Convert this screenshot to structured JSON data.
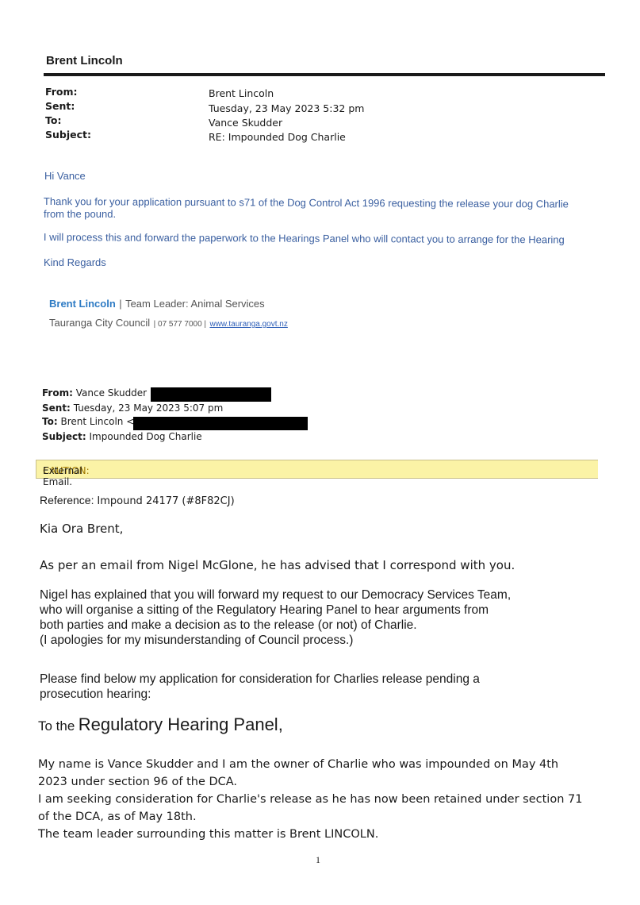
{
  "sender_name": "Brent Lincoln",
  "header": {
    "from_label": "From:",
    "from_value": "Brent Lincoln",
    "sent_label": "Sent:",
    "sent_value": "Tuesday, 23 May 2023 5:32 pm",
    "to_label": "To:",
    "to_value": "Vance Skudder",
    "subject_label": "Subject:",
    "subject_value": "RE: Impounded Dog Charlie"
  },
  "reply": {
    "greeting": "Hi Vance",
    "para1_line1": "Thank you for your application pursuant to s71 of the Dog Control Act 1996 requesting the release your dog Charlie",
    "para1_line2": "from the pound.",
    "para2": "I will process this and forward the paperwork to the Hearings Panel who will contact you to arrange for the Hearing",
    "closing": "Kind Regards"
  },
  "signature": {
    "name": "Brent Lincoln",
    "separator": "|",
    "title": "Team Leader: Animal Services",
    "org": "Tauranga City Council",
    "phone": "| 07 577 7000 |",
    "website": "www.tauranga.govt.nz"
  },
  "forwarded": {
    "from_label": "From:",
    "from_value": "Vance Skudder <",
    "sent_label": "Sent:",
    "sent_value": "Tuesday, 23 May 2023 5:07 pm",
    "to_label": "To:",
    "to_value": "Brent Lincoln <",
    "subject_label": "Subject:",
    "subject_value": "Impounded Dog Charlie"
  },
  "caution": {
    "label": "CAUTION:",
    "text": "External Email."
  },
  "original": {
    "reference_label": "Reference:",
    "reference_value": "Impound 24177 (#8F82CJ)",
    "greeting": "Kia Ora Brent,",
    "para1": "As per an email from Nigel McGlone, he has advised that I correspond with you.",
    "para2_lines": [
      "Nigel has explained that you will forward my request to our Democracy Services Team,",
      "who will organise a sitting of the Regulatory Hearing Panel to hear arguments from",
      "both parties and make a decision as to the release (or not) of Charlie.",
      "(I apologies for my misunderstanding of Council process.)"
    ],
    "para3_lines": [
      "Please find below my application for consideration for Charlies release pending a",
      "prosecution hearing:"
    ],
    "to_the": "To the",
    "panel_heading": "Regulatory Hearing Panel,",
    "para4_lines": [
      "My name is Vance Skudder and I am the owner of Charlie who was impounded on May 4th",
      "2023 under section 96 of the DCA.",
      "I am seeking consideration for Charlie's release as he has now been retained under section 71",
      "of the DCA, as of May 18th.",
      "The team leader surrounding this matter is Brent LINCOLN."
    ]
  },
  "page_number": "1"
}
